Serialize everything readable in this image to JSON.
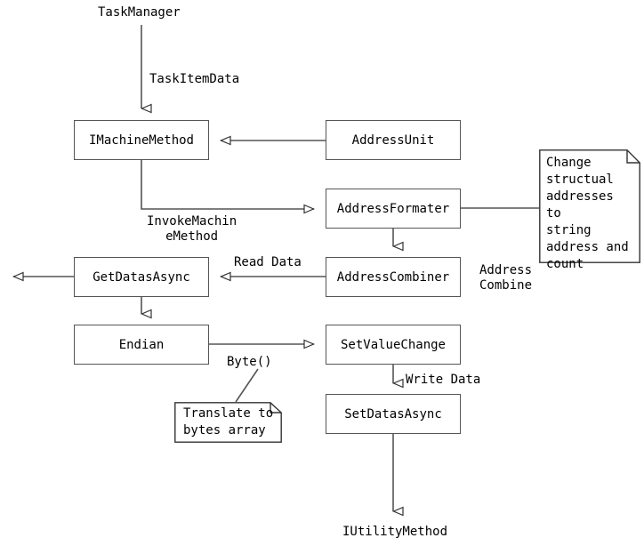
{
  "diagram": {
    "title": "TaskManager flow diagram",
    "stroke_color": "#555555",
    "text_color": "#000000",
    "background": "#ffffff",
    "nodes": [
      {
        "id": "imachinemethod",
        "label": "IMachineMethod"
      },
      {
        "id": "addressunit",
        "label": "AddressUnit"
      },
      {
        "id": "addressformater",
        "label": "AddressFormater"
      },
      {
        "id": "getdatasasync",
        "label": "GetDatasAsync"
      },
      {
        "id": "addresscombiner",
        "label": "AddressCombiner"
      },
      {
        "id": "endian",
        "label": "Endian"
      },
      {
        "id": "setvaluechange",
        "label": "SetValueChange"
      },
      {
        "id": "setdatasasync",
        "label": "SetDatasAsync"
      }
    ],
    "notes": [
      {
        "id": "note-address",
        "text": "Change\nstructual\naddresses to\nstring\naddress and\ncount"
      },
      {
        "id": "note-translate",
        "text": "Translate to\nbytes array"
      }
    ],
    "endpoint_labels": [
      {
        "id": "taskmanager",
        "text": "TaskManager"
      },
      {
        "id": "iutilitymethod",
        "text": "IUtilityMethod"
      }
    ],
    "edge_labels": [
      {
        "id": "taskitemdata",
        "text": "TaskItemData"
      },
      {
        "id": "invokemachinemethod",
        "text": "InvokeMachin\neMethod"
      },
      {
        "id": "readdata",
        "text": "Read Data"
      },
      {
        "id": "addresscombine",
        "text": "Address\nCombine"
      },
      {
        "id": "byte",
        "text": "Byte()"
      },
      {
        "id": "writedata",
        "text": "Write Data"
      }
    ]
  }
}
